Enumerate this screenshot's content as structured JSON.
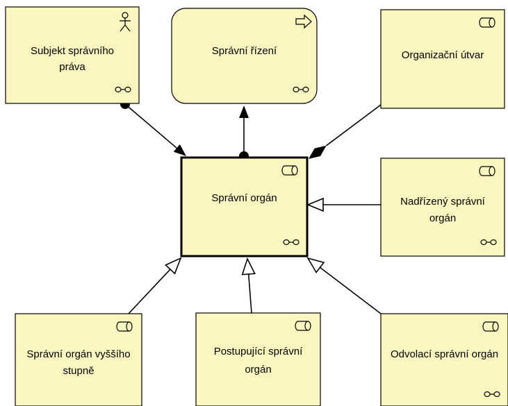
{
  "diagram": {
    "nodes": [
      {
        "id": "subjekt",
        "lines": [
          "Subjekt správního",
          "práva"
        ],
        "icon": "actor-icon"
      },
      {
        "id": "rizeni",
        "lines": [
          "Správní řízení"
        ],
        "icon": "process-icon"
      },
      {
        "id": "utvar",
        "lines": [
          "Organizační útvar"
        ],
        "icon": "role-icon"
      },
      {
        "id": "organ",
        "lines": [
          "Správní orgán"
        ],
        "icon": "role-icon"
      },
      {
        "id": "nadrizeny",
        "lines": [
          "Nadřízený správní",
          "orgán"
        ],
        "icon": "role-icon"
      },
      {
        "id": "vyssi",
        "lines": [
          "Správní orgán vyššího",
          "stupně"
        ],
        "icon": "role-icon"
      },
      {
        "id": "postupujici",
        "lines": [
          "Postupující správní",
          "orgán"
        ],
        "icon": "role-icon"
      },
      {
        "id": "odvolaci",
        "lines": [
          "Odvolací správní orgán"
        ],
        "icon": "role-icon"
      }
    ],
    "edges": [
      {
        "from": "subjekt",
        "to": "organ",
        "type": "assignment"
      },
      {
        "from": "organ",
        "to": "rizeni",
        "type": "assignment"
      },
      {
        "from": "utvar",
        "to": "organ",
        "type": "composition"
      },
      {
        "from": "nadrizeny",
        "to": "organ",
        "type": "specialization"
      },
      {
        "from": "vyssi",
        "to": "organ",
        "type": "specialization"
      },
      {
        "from": "postupujici",
        "to": "organ",
        "type": "specialization"
      },
      {
        "from": "odvolaci",
        "to": "organ",
        "type": "specialization"
      }
    ]
  }
}
